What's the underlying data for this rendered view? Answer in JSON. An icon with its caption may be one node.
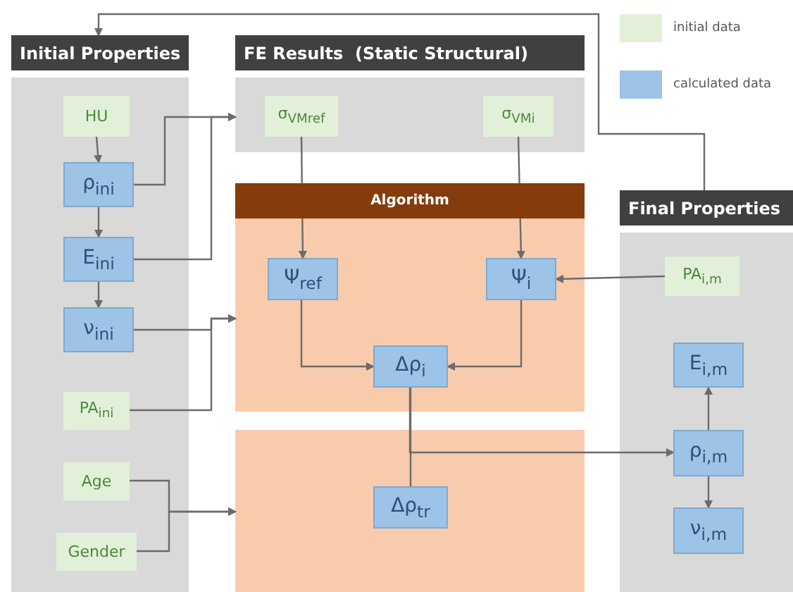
{
  "diagram": {
    "nodes": [
      {
        "text": [
          "Initial Properties"
        ]
      },
      {
        "text": [
          "HU"
        ],
        "in": 0
      },
      {
        "text": [
          "ρ$_{ini}$"
        ],
        "in": 0
      },
      {
        "text": [
          "E$_{ini}$"
        ],
        "in": 0
      },
      {
        "text": [
          "ν$_{ini}$"
        ],
        "in": 0
      },
      {
        "text": [
          "PA$_{ini}$"
        ],
        "in": 0
      },
      {
        "text": [
          "Age"
        ],
        "in": 0
      },
      {
        "text": [
          "Gender"
        ],
        "in": 0
      },
      {
        "text": [
          "FE Results  (Static Structural)"
        ]
      },
      {
        "text": [
          "σ$_{VMref}$"
        ],
        "in": 8
      },
      {
        "text": [
          "σ$_{VMi}$"
        ],
        "in": 8
      },
      {
        "text": [
          "Algorithm"
        ]
      },
      {
        "text": [
          "Ψ$_{ref}$"
        ],
        "in": 11
      },
      {
        "text": [
          "Ψ$_{i}$"
        ],
        "in": 11
      },
      {
        "text": [
          "Δρ$_{i}$"
        ],
        "in": 11
      },
      {
        "text": [],
        "shape": "box"
      },
      {
        "text": [
          "Δρ$_{tr}$"
        ],
        "in": 15
      },
      {
        "text": [
          "Final Properties"
        ]
      },
      {
        "text": [
          "PA$_{i,m}$"
        ],
        "in": 17
      },
      {
        "text": [
          "E$_{i,m}$"
        ],
        "in": 17
      },
      {
        "text": [
          "ρ$_{i,m}$"
        ],
        "in": 17
      },
      {
        "text": [
          "ν$_{i,m}$"
        ],
        "in": 17
      }
    ],
    "edges": [
      {
        "from": 1,
        "to": 2,
        "arrow": "to"
      },
      {
        "from": 2,
        "to": 3,
        "arrow": "to"
      },
      {
        "from": 3,
        "to": 4,
        "arrow": "to"
      },
      {
        "from": 2,
        "to": 8,
        "arrow": "to"
      },
      {
        "from": 3,
        "to": 8,
        "arrow": "to"
      },
      {
        "from": 4,
        "to": 11,
        "arrow": "to"
      },
      {
        "from": 5,
        "to": 11,
        "arrow": "to"
      },
      {
        "from": 6,
        "to": 15,
        "arrow": "to"
      },
      {
        "from": 7,
        "to": 15,
        "arrow": "to"
      },
      {
        "from": 9,
        "to": 12,
        "arrow": "to"
      },
      {
        "from": 10,
        "to": 13,
        "arrow": "to"
      },
      {
        "from": 18,
        "to": 13,
        "arrow": "to"
      },
      {
        "from": 12,
        "to": 14,
        "arrow": "to"
      },
      {
        "from": 13,
        "to": 14,
        "arrow": "to"
      },
      {
        "from": 14,
        "to": 20,
        "arrow": "to"
      },
      {
        "from": 14,
        "to": 16,
        "arrow": "none"
      },
      {
        "from": 20,
        "to": 19,
        "arrow": "to"
      },
      {
        "from": 20,
        "to": 21,
        "arrow": "to"
      },
      {
        "from": 17,
        "to": 0,
        "arrow": "to"
      }
    ],
    "legend": [
      {
        "text": "initial data",
        "color": "#e2f0d9"
      },
      {
        "text": "calculated data",
        "color": "#9dc3e6"
      }
    ]
  }
}
